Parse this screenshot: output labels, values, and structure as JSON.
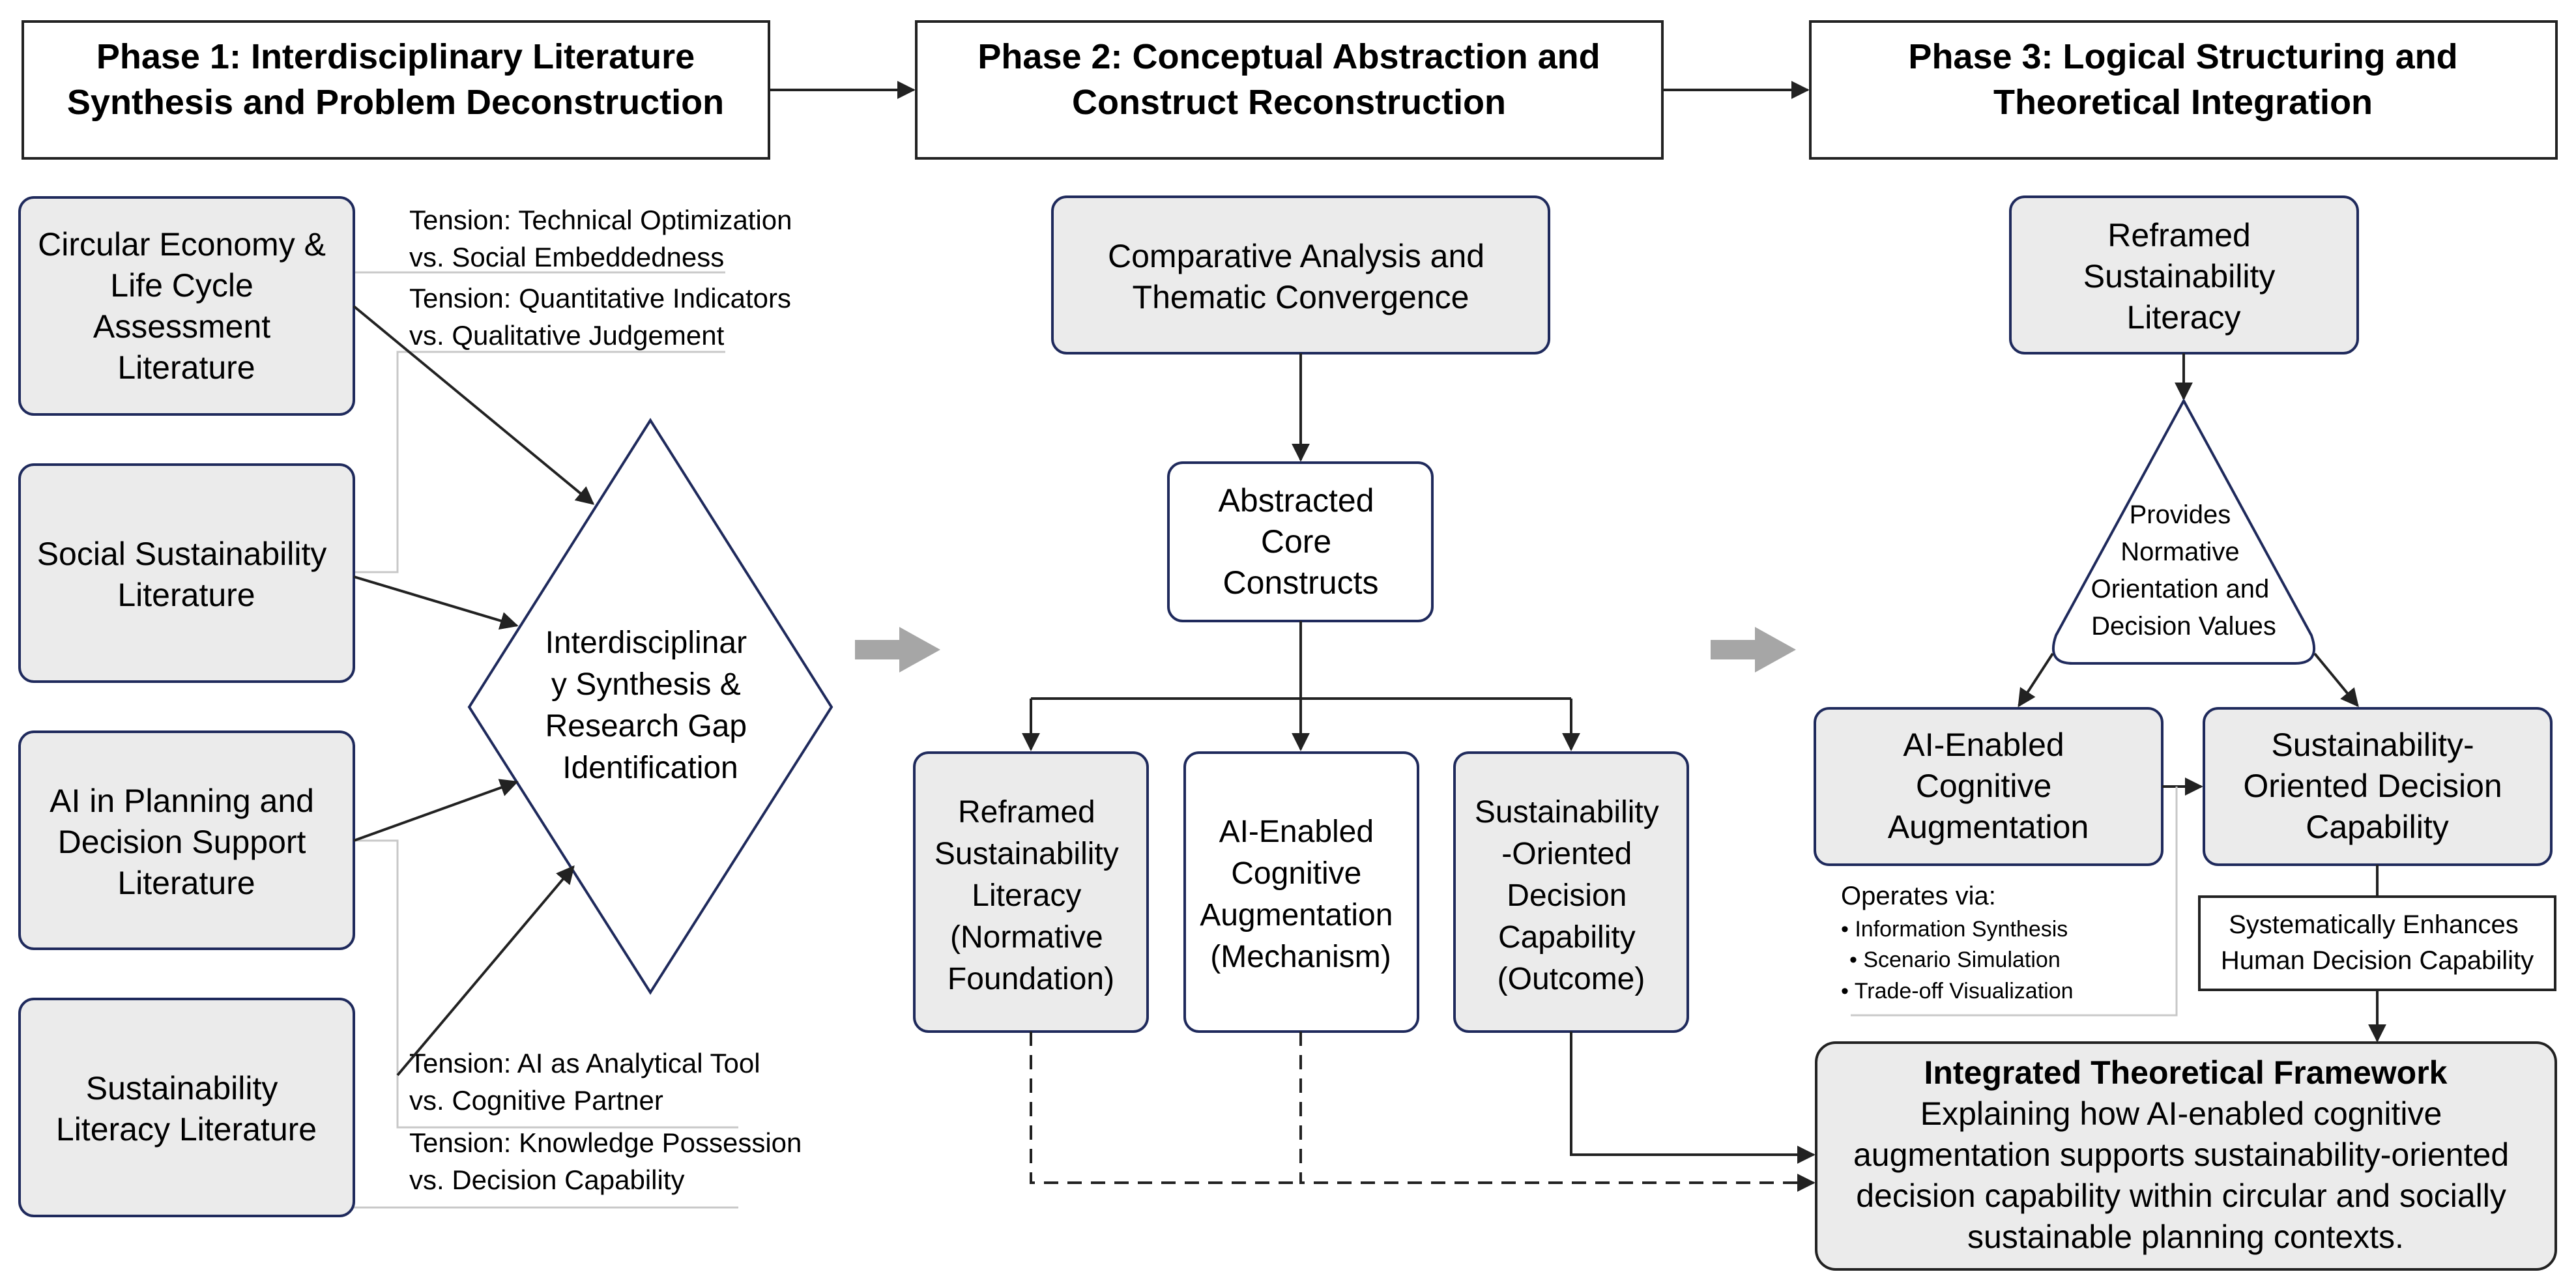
{
  "phases": [
    {
      "line1": "Phase 1: Interdisciplinary Literature",
      "line2": "Synthesis and Problem Deconstruction"
    },
    {
      "line1": "Phase 2: Conceptual Abstraction and",
      "line2": "Construct Reconstruction"
    },
    {
      "line1": "Phase 3: Logical Structuring and",
      "line2": "Theoretical Integration"
    }
  ],
  "phase1": {
    "sources": [
      {
        "lines": [
          "Circular Economy &",
          "Life Cycle",
          "Assessment",
          "Literature"
        ]
      },
      {
        "lines": [
          "Social Sustainability",
          "Literature"
        ]
      },
      {
        "lines": [
          "AI in Planning and",
          "Decision Support",
          "Literature"
        ]
      },
      {
        "lines": [
          "Sustainability",
          "Literacy Literature"
        ]
      }
    ],
    "tensions": [
      {
        "lines": [
          "Tension: Technical Optimization",
          "vs. Social Embeddedness"
        ]
      },
      {
        "lines": [
          "Tension: Quantitative Indicators",
          "vs. Qualitative Judgement"
        ]
      },
      {
        "lines": [
          "Tension: AI as Analytical Tool",
          "vs. Cognitive Partner"
        ]
      },
      {
        "lines": [
          "Tension: Knowledge Possession",
          "vs. Decision Capability"
        ]
      }
    ],
    "synthesis": {
      "lines": [
        "Interdisciplinar",
        "y Synthesis &",
        "Research Gap",
        "Identification"
      ]
    }
  },
  "phase2": {
    "comparative": {
      "lines": [
        "Comparative Analysis and",
        "Thematic Convergence"
      ]
    },
    "core": {
      "lines": [
        "Abstracted",
        "Core",
        "Constructs"
      ]
    },
    "constructs": [
      {
        "lines": [
          "Reframed",
          "Sustainability",
          "Literacy",
          "(Normative",
          "Foundation)"
        ]
      },
      {
        "lines": [
          "AI-Enabled",
          "Cognitive",
          "Augmentation",
          "(Mechanism)"
        ]
      },
      {
        "lines": [
          "Sustainability",
          "-Oriented",
          "Decision",
          "Capability",
          "(Outcome)"
        ]
      }
    ]
  },
  "phase3": {
    "literacy": {
      "lines": [
        "Reframed",
        "Sustainability",
        "Literacy"
      ]
    },
    "orientation": {
      "lines": [
        "Provides",
        "Normative",
        "Orientation and",
        "Decision Values"
      ]
    },
    "augmentation": {
      "lines": [
        "AI-Enabled",
        "Cognitive",
        "Augmentation"
      ]
    },
    "capability": {
      "lines": [
        "Sustainability-",
        "Oriented Decision",
        "Capability"
      ]
    },
    "operates": {
      "title": "Operates via:",
      "items": [
        "• Information Synthesis",
        "• Scenario Simulation",
        "• Trade-off Visualization"
      ]
    },
    "enhances": {
      "lines": [
        "Systematically Enhances",
        "Human Decision Capability"
      ]
    },
    "framework": {
      "title": "Integrated Theoretical Framework",
      "lines": [
        "Explaining how AI-enabled cognitive",
        "augmentation supports sustainability-oriented",
        "decision capability within circular and socially",
        "sustainable planning contexts."
      ]
    }
  },
  "colors": {
    "box_fill": "#ebebeb",
    "box_border": "#1f2a5c",
    "line": "#222222",
    "guide": "#c8c8c8",
    "transition_arrow": "#a6a6a6"
  }
}
